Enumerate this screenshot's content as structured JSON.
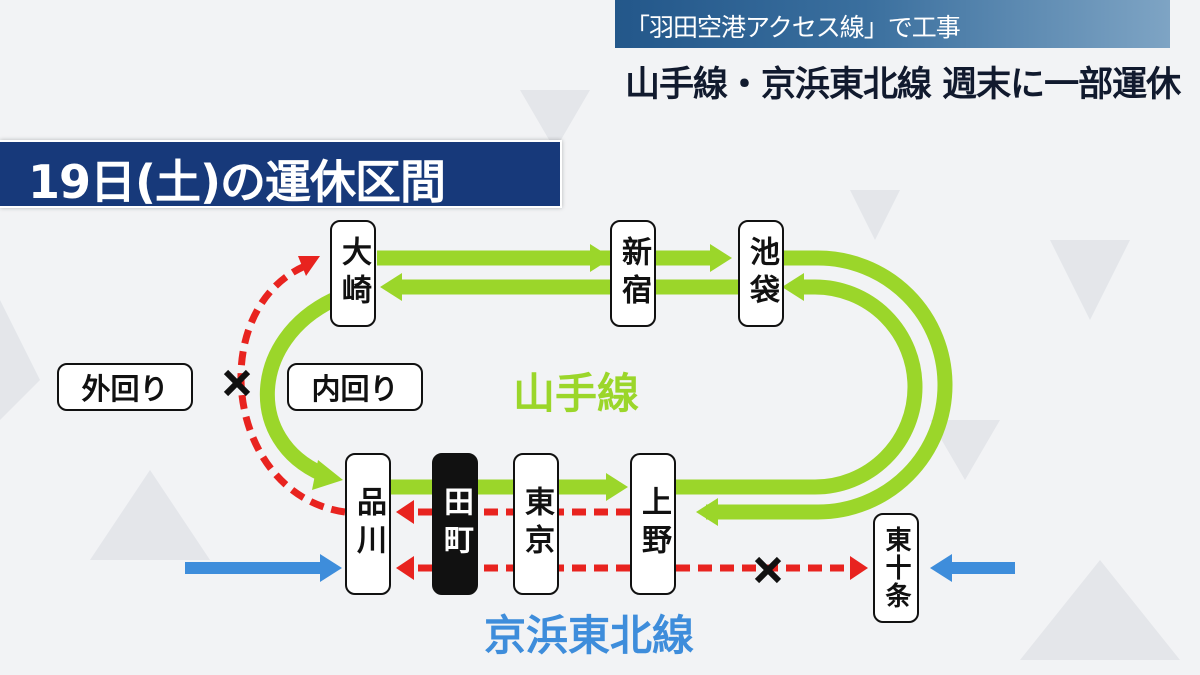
{
  "header": {
    "subtitle": "「羽田空港アクセス線」で工事",
    "headline": "山手線・京浜東北線 週末に一部運休"
  },
  "title": "19日(土)の運休区間",
  "stations": {
    "osaki": "大崎",
    "shinjuku": "新宿",
    "ikebukuro": "池袋",
    "shinagawa": "品川",
    "tamachi": "田町",
    "tokyo": "東京",
    "ueno": "上野",
    "higashi_jujo": "東十条"
  },
  "labels": {
    "outer_loop": "外回り",
    "inner_loop": "内回り"
  },
  "lines": {
    "yamanote": "山手線",
    "keihin_tohoku": "京浜東北線"
  },
  "colors": {
    "yamanote": "#9bd62a",
    "keihin_tohoku": "#3e8ddb",
    "suspended": "#e8231f",
    "title_bg": "#17397a"
  }
}
